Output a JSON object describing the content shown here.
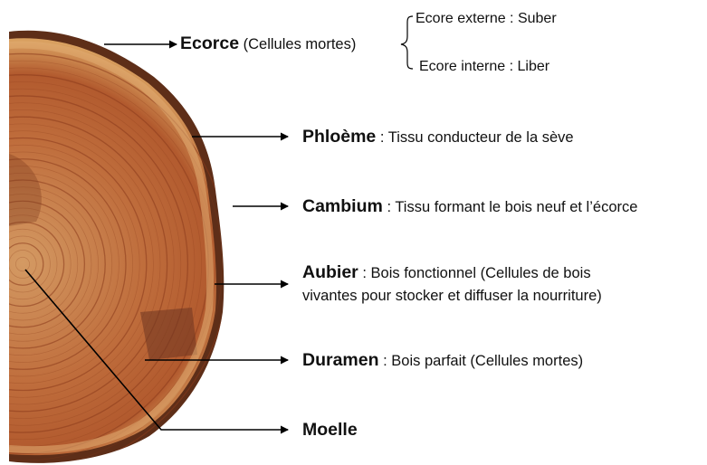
{
  "colors": {
    "bark": "#5e2e18",
    "sapwood": "#d18a4f",
    "heartwood": "#b0562f",
    "ring": "#8a3b1c",
    "arrow": "#000000"
  },
  "labels": {
    "ecorce": {
      "term": "Ecorce",
      "desc": "(Cellules mortes)"
    },
    "ecorce_externe": "Ecore externe : Suber",
    "ecorce_interne": "Ecore interne : Liber",
    "phloeme": {
      "term": "Phloème",
      "desc": ": Tissu conducteur de la sève"
    },
    "cambium": {
      "term": "Cambium",
      "desc": ": Tissu formant le bois neuf et l’écorce"
    },
    "aubier": {
      "term": "Aubier",
      "desc": ": Bois fonctionnel (Cellules de bois",
      "desc2": "vivantes pour stocker et diffuser la nourriture)"
    },
    "duramen": {
      "term": "Duramen",
      "desc": ": Bois parfait (Cellules mortes)"
    },
    "moelle": {
      "term": "Moelle"
    }
  }
}
